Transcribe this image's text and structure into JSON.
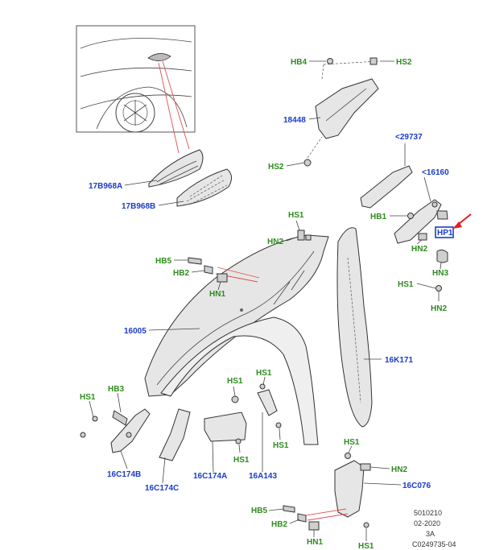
{
  "labels": {
    "p17B968A": "17B968A",
    "p17B968B": "17B968B",
    "p18448": "18448",
    "p29737": "<29737",
    "p16160": "<16160",
    "p16005": "16005",
    "p16K171": "16K171",
    "p16C174B": "16C174B",
    "p16C174C": "16C174C",
    "p16C174A": "16C174A",
    "p16A143": "16A143",
    "p16C076": "16C076",
    "hb4": "HB4",
    "hs2_top": "HS2",
    "hs2_mid": "HS2",
    "hb1_right": "HB1",
    "hp1": "HP1",
    "hn2_right": "HN2",
    "hn3": "HN3",
    "hs1_right": "HS1",
    "hn2_right_low": "HN2",
    "hs1_center": "HS1",
    "hn2_center": "HN2",
    "hb5_left": "HB5",
    "hb2_left": "HB2",
    "hn1_left": "HN1",
    "hs1_left": "HS1",
    "hb3": "HB3",
    "hs1_mid1": "HS1",
    "hs1_mid2": "HS1",
    "hs1_mid3": "HS1",
    "hs1_mid4": "HS1",
    "hs1_bottom_right": "HS1",
    "hn2_bottom_right": "HN2",
    "hb5_bottom": "HB5",
    "hb2_bottom": "HB2",
    "hn1_bottom": "HN1",
    "hs1_bottom": "HS1"
  },
  "reference": {
    "line1": "5010210",
    "line2": "02-2020",
    "line3": "3A",
    "line4": "C0249735-04"
  },
  "colors": {
    "part_label": "#1a3cc8",
    "fastener_label": "#2e8b1e",
    "highlight_box": "#1a3cc8",
    "arrow": "#e02020",
    "leader_red": "#e05050"
  }
}
